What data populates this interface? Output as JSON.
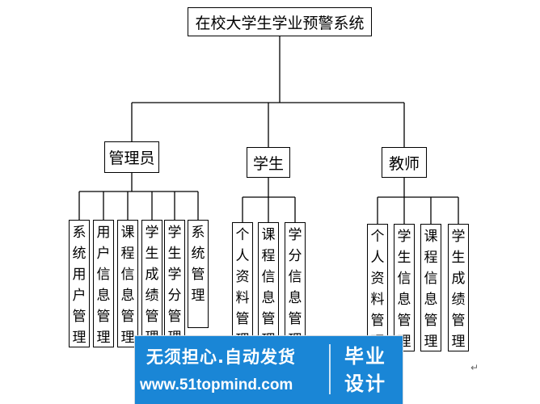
{
  "diagram": {
    "root": "在校大学生学业预警系统",
    "groups": [
      {
        "label": "管理员",
        "modules": [
          "系统用户管理",
          "用户信息管理",
          "课程信息管理",
          "学生成绩管理",
          "学生学分管理",
          "系统管理"
        ]
      },
      {
        "label": "学生",
        "modules": [
          "个人资料管理",
          "课程信息管理",
          "学分信息管理"
        ]
      },
      {
        "label": "教师",
        "modules": [
          "个人资料管理",
          "学生信息管理",
          "课程信息管理",
          "学生成绩管理"
        ]
      }
    ]
  },
  "watermark": {
    "slogan": "无须担心.自动发货",
    "website": "www.51topmind.com",
    "badge_line1": "毕业",
    "badge_line2": "设计"
  },
  "paragraph_mark": "↵"
}
